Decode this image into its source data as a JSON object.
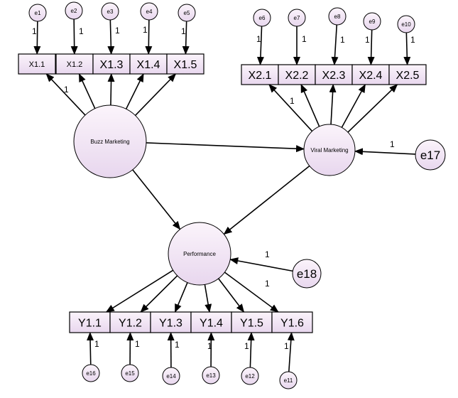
{
  "colors": {
    "node_fill_top": "#fbf4fb",
    "node_fill_bottom": "#e8d7ee",
    "stroke": "#000000"
  },
  "latents": {
    "buzz": "Buzz Marketing",
    "viral": "Viral Marketing",
    "performance": "Performance"
  },
  "indicators": {
    "x1": [
      "X1.1",
      "X1.2",
      "X1.3",
      "X1.4",
      "X1.5"
    ],
    "x2": [
      "X2.1",
      "X2.2",
      "X2.3",
      "X2.4",
      "X2.5"
    ],
    "y1": [
      "Y1.1",
      "Y1.2",
      "Y1.3",
      "Y1.4",
      "Y1.5",
      "Y1.6"
    ]
  },
  "errors": {
    "x1": [
      "e1",
      "e2",
      "e3",
      "e4",
      "e5"
    ],
    "x2": [
      "e6",
      "e7",
      "e8",
      "e9",
      "e10"
    ],
    "y1": [
      "e16",
      "e15",
      "e14",
      "e13",
      "e12",
      "e11"
    ],
    "viral_disturbance": "e17",
    "performance_disturbance": "e18"
  },
  "fixed_weight": "1"
}
